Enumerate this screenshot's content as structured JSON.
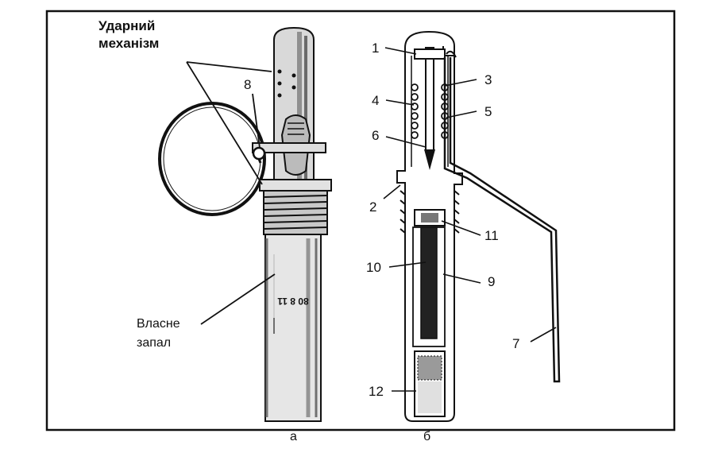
{
  "labels": {
    "mechanism": [
      "Ударний",
      "механізм"
    ],
    "fuse": [
      "Власне",
      "запал"
    ],
    "n1": "1",
    "n2": "2",
    "n3": "3",
    "n4": "4",
    "n5": "5",
    "n6": "6",
    "n7": "7",
    "n8": "8",
    "n9": "9",
    "n10": "10",
    "n11": "11",
    "n12": "12",
    "panel_a": "а",
    "panel_b": "б",
    "body_marking": "80 8 11"
  },
  "colors": {
    "ink": "#111111",
    "paper": "#ffffff",
    "shade": "#9a9a9a"
  }
}
